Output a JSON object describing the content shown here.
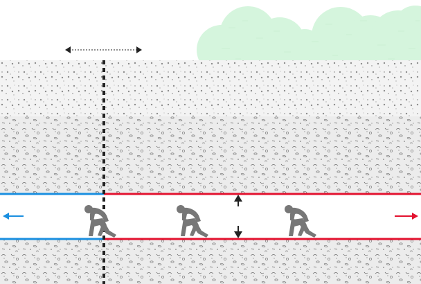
{
  "colors": {
    "sky": "#ffffff",
    "foliage": "#d5f5dd",
    "soil_upper": "#f3f3f3",
    "soil_lower": "#ececec",
    "tunnel": "#ffffff",
    "existing_lining": "#1a8fe0",
    "new_lining": "#e3122f",
    "arrow_left": "#1a8fe0",
    "arrow_right": "#e3122f",
    "worker": "#777777",
    "marker": "#222222"
  },
  "icons": {
    "worker": "crouching-worker-icon",
    "left_arrow": "arrow-left-icon",
    "right_arrow": "arrow-right-icon",
    "height_arrow_up": "arrow-up-icon",
    "height_arrow_down": "arrow-down-icon",
    "width_arrow": "double-arrow-horizontal-icon"
  },
  "workers": [
    {
      "id": "worker-1"
    },
    {
      "id": "worker-2"
    },
    {
      "id": "worker-3"
    }
  ]
}
